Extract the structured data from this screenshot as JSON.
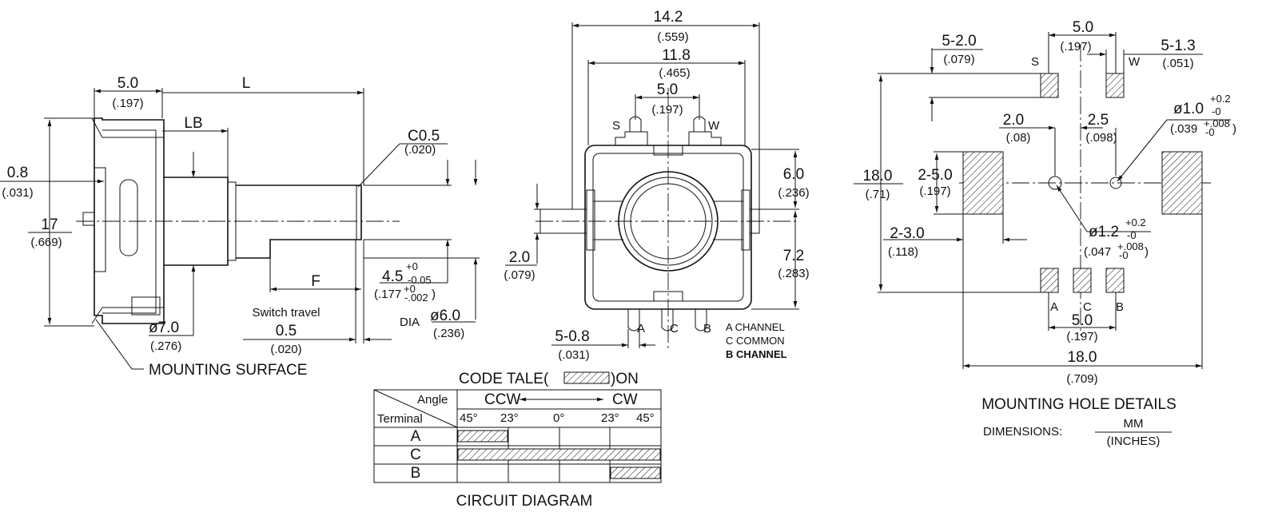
{
  "side_view": {
    "dim_5_0": "5.0",
    "dim_5_0_in": "(.197)",
    "dim_L": "L",
    "dim_LB": "LB",
    "dim_0_8": "0.8",
    "dim_0_8_in": "(.031)",
    "dim_17": "17",
    "dim_17_in": "(.669)",
    "chamfer": "C0.5",
    "chamfer_in": "(.020)",
    "flat_main": "4.5",
    "flat_tol_plus": "+0",
    "flat_tol_minus": "-0.05",
    "flat_in": "(.177",
    "flat_in_plus": "+0",
    "flat_in_minus": "-.002",
    "flat_in_close": ")",
    "dia_label": "DIA",
    "dia_6": "ø6.0",
    "dia_6_in": "(.236)",
    "dim_F": "F",
    "dia_7": "ø7.0",
    "dia_7_in": "(.276)",
    "switch_travel": "Switch travel",
    "switch_val": "0.5",
    "switch_in": "(.020)",
    "mounting_surface": "MOUNTING SURFACE"
  },
  "front_view": {
    "dim_14_2": "14.2",
    "dim_14_2_in": "(.559)",
    "dim_11_8": "11.8",
    "dim_11_8_in": "(.465)",
    "dim_5_0": "5.0",
    "dim_5_0_in": "(.197)",
    "pin_S": "S",
    "pin_W": "W",
    "dim_6_0": "6.0",
    "dim_6_0_in": "(.236)",
    "dim_7_2": "7.2",
    "dim_7_2_in": "(.283)",
    "dim_2_0": "2.0",
    "dim_2_0_in": "(.079)",
    "dim_5_0_8": "5-0.8",
    "dim_5_0_8_in": "(.031)",
    "pin_A": "A",
    "pin_C": "C",
    "pin_B": "B",
    "legend_a": "A CHANNEL",
    "legend_c": "C COMMON",
    "legend_b": "B CHANNEL"
  },
  "code_table": {
    "title": "CODE TALE(",
    "title_end": ")ON",
    "angle": "Angle",
    "terminal": "Terminal",
    "ccw": "CCW",
    "cw": "CW",
    "degrees": [
      "45°",
      "23°",
      "0°",
      "23°",
      "45°"
    ],
    "rows": [
      "A",
      "C",
      "B"
    ],
    "caption": "CIRCUIT DIAGRAM"
  },
  "hole_details": {
    "dim_5_0": "5.0",
    "dim_5_0_in": "(.197)",
    "dim_5_2_0": "5-2.0",
    "dim_5_2_0_in": "(.079)",
    "dim_5_1_3": "5-1.3",
    "dim_5_1_3_in": "(.051)",
    "pin_S": "S",
    "pin_W": "W",
    "hole_1_0": "ø1.0",
    "hole_1_0_plus": "+0.2",
    "hole_1_0_minus": "-0",
    "hole_1_0_in": "(.039",
    "hole_1_0_in_plus": "+.008",
    "hole_1_0_in_minus": "-0",
    "hole_1_0_in_close": ")",
    "dim_2_0": "2.0",
    "dim_2_0_in": "(.08)",
    "dim_2_5": "2.5",
    "dim_2_5_in": "(.098)",
    "dim_18_0_v": "18.0",
    "dim_18_0_v_in": "(.71)",
    "dim_2_5_0": "2-5.0",
    "dim_2_5_0_in": "(.197)",
    "hole_1_2": "ø1.2",
    "hole_1_2_plus": "+0.2",
    "hole_1_2_minus": "-0",
    "hole_1_2_in": "(.047",
    "hole_1_2_in_plus": "+.008",
    "hole_1_2_in_minus": "-0",
    "hole_1_2_in_close": ")",
    "dim_2_3_0": "2-3.0",
    "dim_2_3_0_in": "(.118)",
    "pin_A": "A",
    "pin_C": "C",
    "pin_B": "B",
    "dim_5_0_b": "5.0",
    "dim_5_0_b_in": "(.197)",
    "dim_18_0_h": "18.0",
    "dim_18_0_h_in": "(.709)",
    "title": "MOUNTING HOLE DETAILS",
    "dims_label": "DIMENSIONS:",
    "dims_mm": "MM",
    "dims_in": "(INCHES)"
  }
}
